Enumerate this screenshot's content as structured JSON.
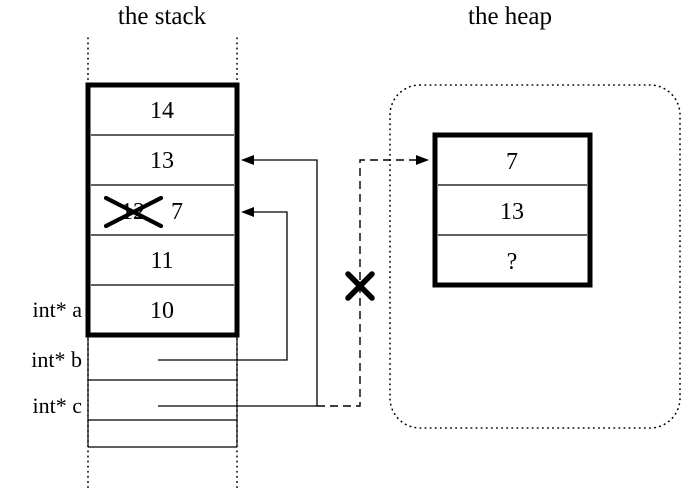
{
  "titles": {
    "stack": "the stack",
    "heap": "the heap"
  },
  "stack": {
    "cells": [
      "14",
      "13",
      "12",
      "11",
      "10"
    ],
    "replacement_value": "7",
    "variables": [
      "int* a",
      "int* b",
      "int* c"
    ]
  },
  "heap": {
    "cells": [
      "7",
      "13",
      "?"
    ]
  }
}
